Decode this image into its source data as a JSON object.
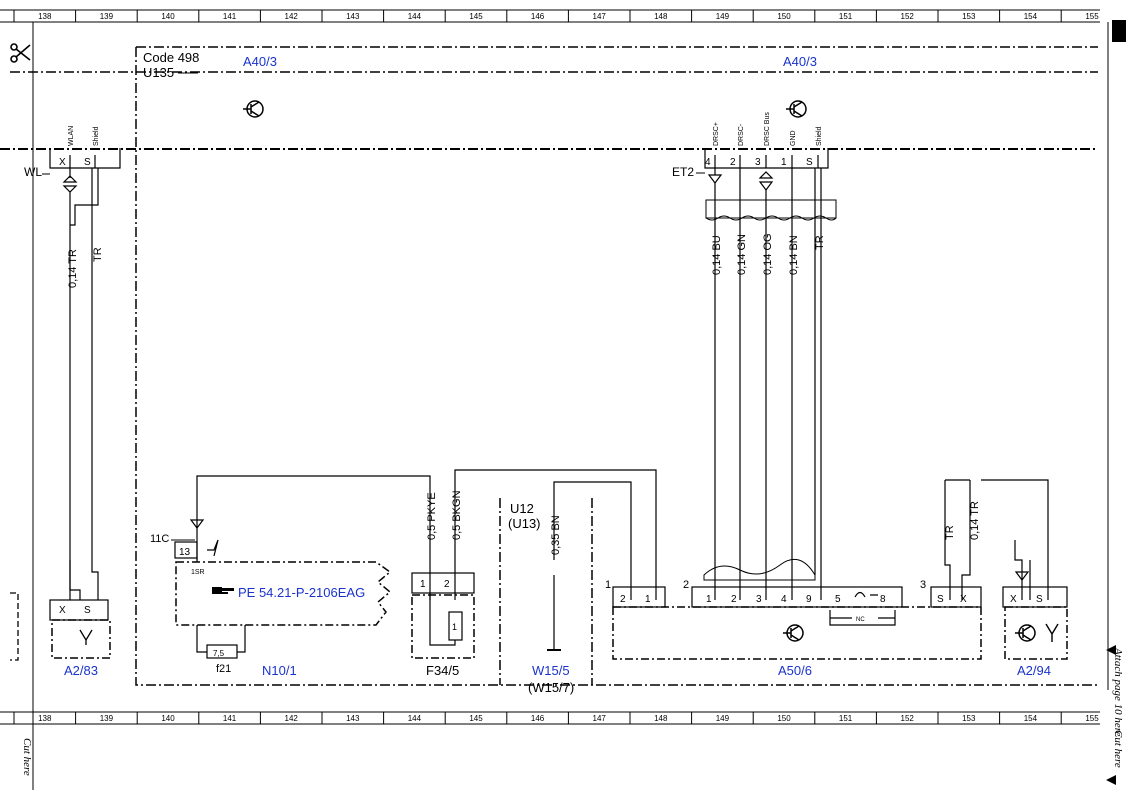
{
  "ruler_numbers": [
    "138",
    "139",
    "140",
    "141",
    "142",
    "143",
    "144",
    "145",
    "146",
    "147",
    "148",
    "149",
    "150",
    "151",
    "152",
    "153",
    "154",
    "155"
  ],
  "header": {
    "code": "Code 498",
    "variant": "U135"
  },
  "components": {
    "a40_left": "A40/3",
    "a40_right": "A40/3",
    "a2_83": "A2/83",
    "n10_1": "N10/1",
    "f34_5": "F34/5",
    "w15_5": "W15/5",
    "w15_7": "(W15/7)",
    "a50_6": "A50/6",
    "a2_94": "A2/94"
  },
  "connectors": {
    "wl": "WL",
    "et2": "ET2",
    "c11": "11C",
    "fuse": "f21",
    "fuse_rating": "7,5",
    "pin13": "13",
    "pin_1sr": "1SR",
    "u12": "U12",
    "u13": "(U13)"
  },
  "reference": {
    "text": "PE 54.21-P-2106EAG",
    "icon": "pointing-hand-icon"
  },
  "pin_labels": {
    "wl_top": [
      "X",
      "S"
    ],
    "et2_top": [
      "4",
      "2",
      "3",
      "1",
      "S"
    ],
    "a2_83": [
      "X",
      "S"
    ],
    "f34": [
      "1",
      "2"
    ],
    "fuse_inner": "1",
    "a50_group1": [
      "2",
      "1"
    ],
    "a50_group2": [
      "1",
      "2",
      "3",
      "4",
      "9",
      "5",
      "8"
    ],
    "a50_group3": [
      "S",
      "X"
    ],
    "a2_94": [
      "X",
      "S"
    ],
    "group_numbers": [
      "1",
      "2",
      "3"
    ],
    "nc": "NC"
  },
  "signals": [
    "WLAN",
    "Shield",
    "DRSC+",
    "DRSC-",
    "DRSC Bus",
    "GND",
    "Shield"
  ],
  "wires": {
    "w1": "0,14 TR",
    "w2": "TR",
    "w3": "0,14 BU",
    "w4": "0,14 GN",
    "w5": "0,14 OG",
    "w6": "0,14 BN",
    "w7": "TR",
    "w8": "0,5 PKYE",
    "w9": "0,5 BKGN",
    "w10": "0,35 BN",
    "w11": "TR",
    "w12": "0,14 TR"
  },
  "margin": {
    "cut_left": "Cut here",
    "cut_right": "Cut here",
    "attach": "Attach page 10 here"
  },
  "colors": {
    "line": "#000000",
    "component_label": "#1a33cc"
  }
}
